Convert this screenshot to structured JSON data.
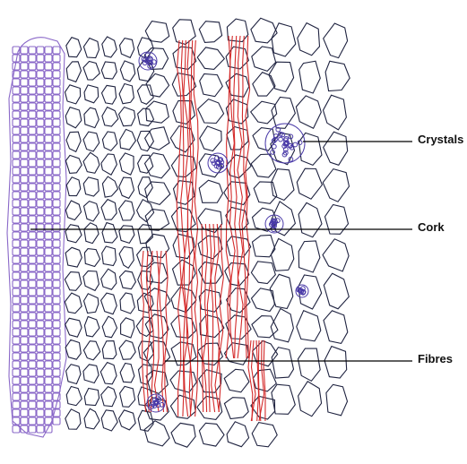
{
  "labels": {
    "crystals": "Crystals",
    "cork": "Cork",
    "fibres": "Fibres"
  },
  "colors": {
    "background": "#ffffff",
    "cell_outline": "#1f2340",
    "cork_cells": "#8a68c8",
    "fibres": "#d42a2a",
    "crystals": "#4a3aa8",
    "leader_line": "#000000"
  }
}
